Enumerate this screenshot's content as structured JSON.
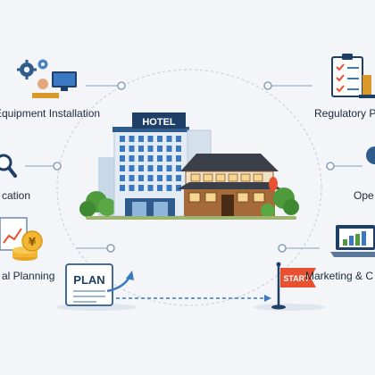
{
  "hotel": {
    "sign": "HOTEL"
  },
  "nodes": {
    "equipment_installation": {
      "label": "Equipment Installation"
    },
    "regulatory": {
      "label": "Regulatory P"
    },
    "location": {
      "label": "cation"
    },
    "operations": {
      "label": "Ope"
    },
    "financial_planning": {
      "label": "al Planning"
    },
    "marketing": {
      "label": "Marketing & C"
    }
  },
  "plan_card": {
    "text": "PLAN"
  },
  "start_flag": {
    "text": "START"
  },
  "colors": {
    "navy": "#1f3f66",
    "accent_blue": "#3a78c2",
    "flag_red": "#e8502f",
    "gold": "#f2b632",
    "green": "#4f9a3c"
  }
}
